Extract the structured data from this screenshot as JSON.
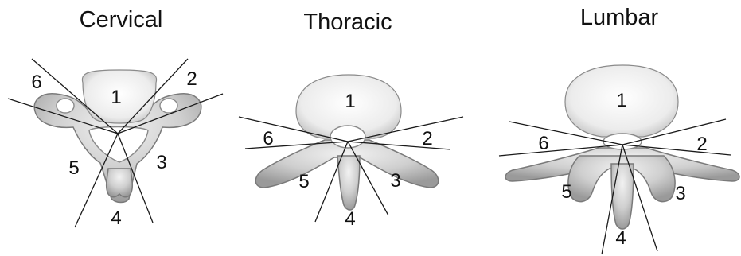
{
  "panels": [
    {
      "title": "Cervical",
      "segments": [
        "1",
        "2",
        "3",
        "4",
        "5",
        "6"
      ]
    },
    {
      "title": "Thoracic",
      "segments": [
        "1",
        "2",
        "3",
        "4",
        "5",
        "6"
      ]
    },
    {
      "title": "Lumbar",
      "segments": [
        "1",
        "2",
        "3",
        "4",
        "5",
        "6"
      ]
    }
  ]
}
